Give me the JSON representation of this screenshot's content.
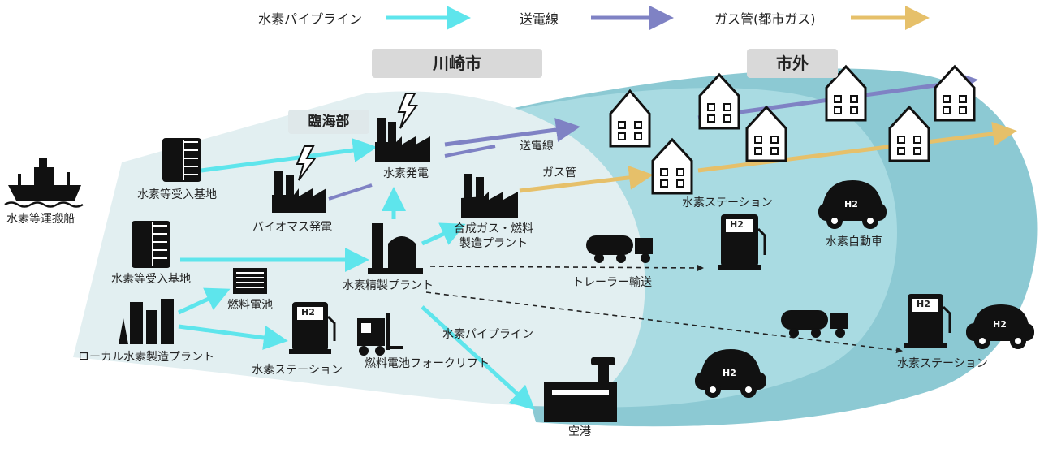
{
  "legend": {
    "pipeline": "水素パイプライン",
    "power": "送電線",
    "gas": "ガス管(都市ガス)"
  },
  "colors": {
    "pipeline": "#5ee5ec",
    "power": "#7f82c4",
    "gas": "#e6c06a",
    "zone_inner": "#dcebed",
    "zone_mid": "#a9dbe2",
    "zone_outer": "#7fc4cf"
  },
  "regions": {
    "city": "川崎市",
    "outside": "市外",
    "coastal": "臨海部"
  },
  "labels": {
    "ship": "水素等運搬船",
    "base_top": "水素等受入基地",
    "base_mid": "水素等受入基地",
    "local_plant": "ローカル水素製造プラント",
    "biomass": "バイオマス発電",
    "h2_power": "水素発電",
    "refinery": "水素精製プラント",
    "synth_line1": "合成ガス・燃料",
    "synth_line2": "製造プラント",
    "fuel_cell": "燃料電池",
    "station_left": "水素ステーション",
    "forklift": "燃料電池フォークリフト",
    "pipeline_line": "水素パイプライン",
    "airport": "空港",
    "power_line": "送電線",
    "gas_line": "ガス管",
    "station_mid": "水素ステーション",
    "fcv": "水素自動車",
    "trailer": "トレーラー輸送",
    "station_right": "水素ステーション"
  },
  "icons": {
    "h2": "H2"
  }
}
